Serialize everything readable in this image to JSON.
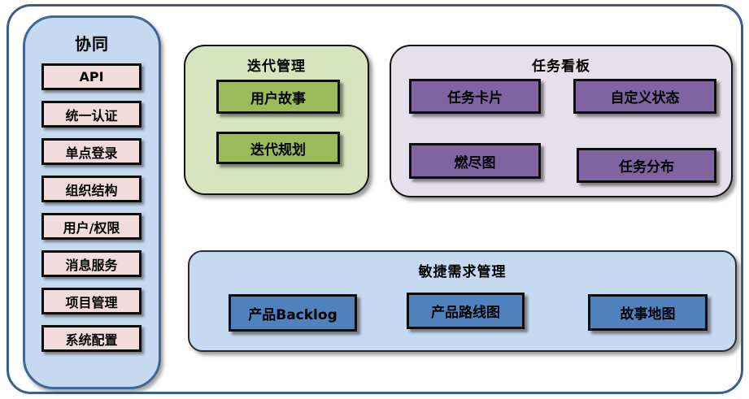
{
  "diagram": {
    "sidebar": {
      "title": "协同",
      "items": [
        "API",
        "统一认证",
        "单点登录",
        "组织结构",
        "用户/权限",
        "消息服务",
        "项目管理",
        "系统配置"
      ]
    },
    "sections": {
      "iteration": {
        "title": "迭代管理",
        "items": [
          "用户故事",
          "迭代规划"
        ]
      },
      "kanban": {
        "title": "任务看板",
        "items": [
          "任务卡片",
          "自定义状态",
          "燃尽图",
          "任务分布"
        ]
      },
      "requirements": {
        "title": "敏捷需求管理",
        "items": [
          "产品Backlog",
          "产品路线图",
          "故事地图"
        ]
      }
    },
    "colors": {
      "outer_border": "#3a5f8f",
      "sidebar_bg": "#c5d9f1",
      "sidebar_border": "#3f6799",
      "sidebar_item_bg": "#f2dcdb",
      "iteration_bg": "#d7e4bd",
      "iteration_item_bg": "#9bbb59",
      "kanban_bg": "#e6e0ec",
      "kanban_item_bg": "#8064a2",
      "requirements_bg": "#c5d9f1",
      "requirements_item_bg": "#4f81bd",
      "item_border": "#0d0d0d",
      "text": "#000000"
    }
  }
}
